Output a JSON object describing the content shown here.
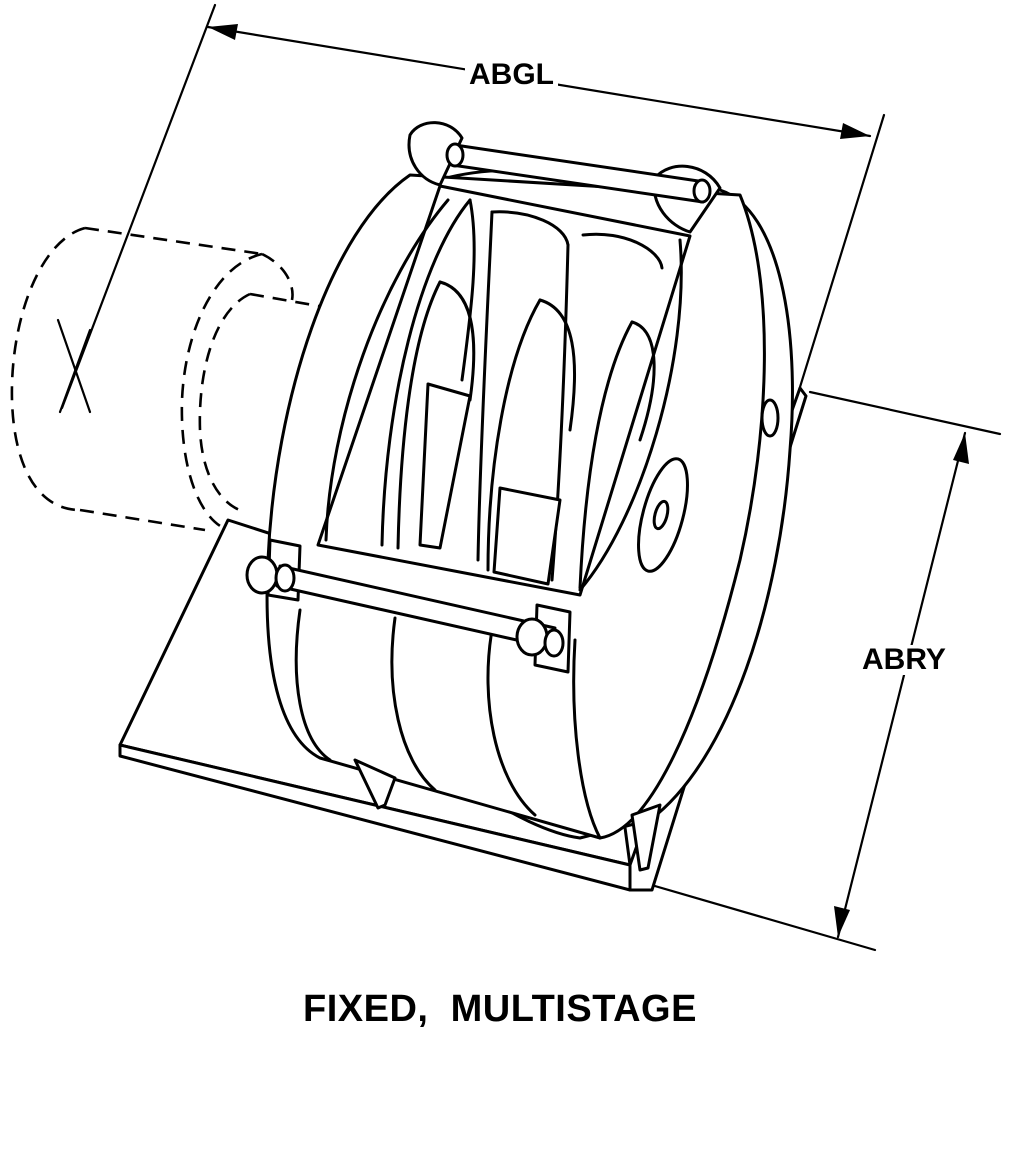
{
  "dimensions": {
    "width_label": "ABGL",
    "height_label": "ABRY"
  },
  "caption": "FIXED,  MULTISTAGE",
  "line_color": "#000000",
  "background_color": "#ffffff"
}
